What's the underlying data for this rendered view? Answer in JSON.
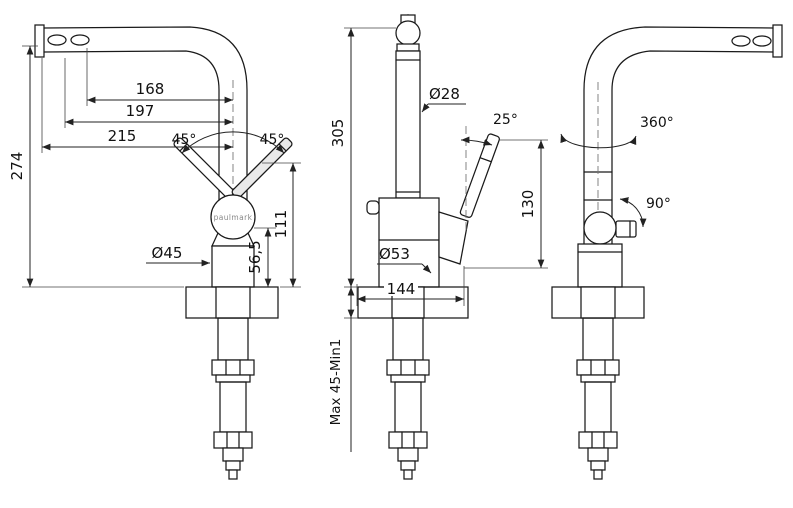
{
  "drawing": {
    "brand": "paulmark",
    "left_view": {
      "dim_168": "168",
      "dim_197": "197",
      "dim_215": "215",
      "dim_274": "274",
      "angle_left": "45°",
      "angle_right": "45°",
      "dia_body": "Ø45",
      "dim_111": "111",
      "dim_56_5": "56,5"
    },
    "front_view": {
      "dim_305": "305",
      "dia_spout": "Ø28",
      "angle_25": "25°",
      "dim_130": "130",
      "dia_base": "Ø53",
      "dim_144": "144",
      "mount_range": "Max 45-Min1"
    },
    "right_view": {
      "angle_360": "360°",
      "angle_90": "90°"
    }
  }
}
